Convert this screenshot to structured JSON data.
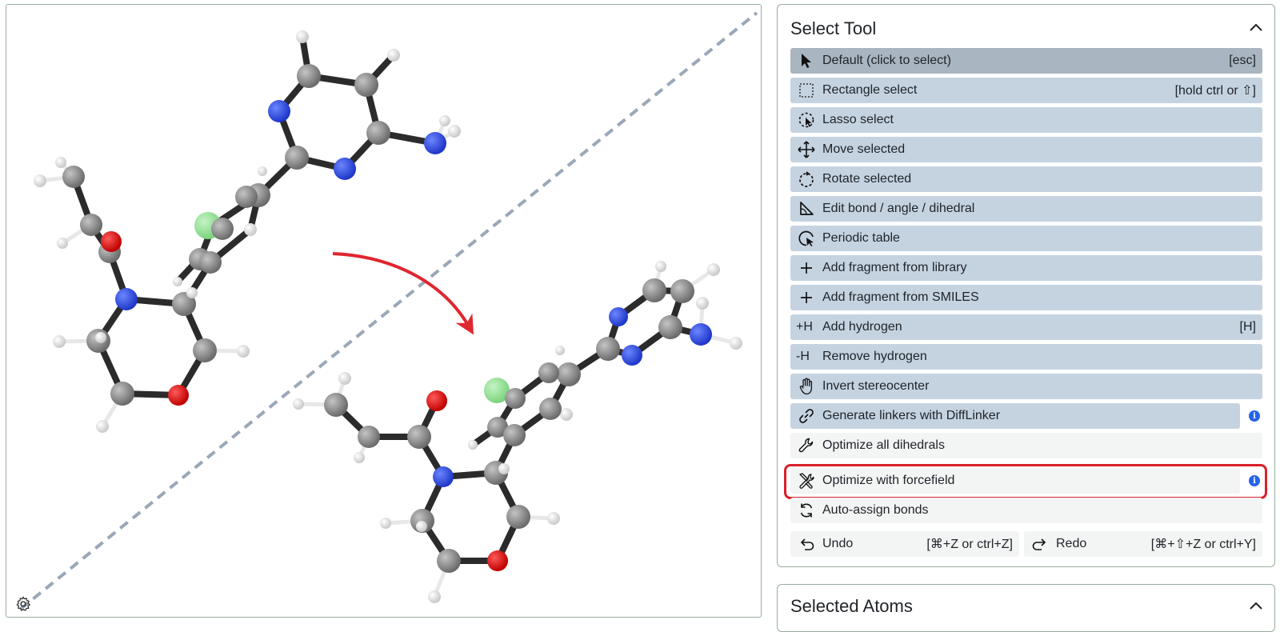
{
  "select_tool": {
    "title": "Select Tool",
    "tools": [
      {
        "label": "Default (click to select)",
        "shortcut": "[esc]"
      },
      {
        "label": "Rectangle select",
        "shortcut": "[hold ctrl or ⇧]"
      },
      {
        "label": "Lasso select",
        "shortcut": ""
      },
      {
        "label": "Move selected",
        "shortcut": ""
      },
      {
        "label": "Rotate selected",
        "shortcut": ""
      },
      {
        "label": "Edit bond / angle / dihedral",
        "shortcut": ""
      },
      {
        "label": "Periodic table",
        "shortcut": ""
      },
      {
        "label": "Add fragment from library",
        "shortcut": ""
      },
      {
        "label": "Add fragment from SMILES",
        "shortcut": ""
      },
      {
        "label": "Add hydrogen",
        "shortcut": "[H]",
        "prefix": "+H"
      },
      {
        "label": "Remove hydrogen",
        "shortcut": "",
        "prefix": "-H"
      },
      {
        "label": "Invert stereocenter",
        "shortcut": ""
      },
      {
        "label": "Generate linkers with DiffLinker",
        "shortcut": ""
      },
      {
        "label": "Optimize all dihedrals",
        "shortcut": ""
      },
      {
        "label": "Optimize with forcefield",
        "shortcut": ""
      },
      {
        "label": "Auto-assign bonds",
        "shortcut": ""
      }
    ],
    "undo": {
      "label": "Undo",
      "shortcut": "[⌘+Z or ctrl+Z]"
    },
    "redo": {
      "label": "Redo",
      "shortcut": "[⌘+⇧+Z or ctrl+Y]"
    }
  },
  "selected_atoms": {
    "title": "Selected Atoms"
  },
  "colors": {
    "carbon": "#8a8a8a",
    "nitrogen": "#3050f8",
    "oxygen": "#e01010",
    "hydrogen": "#f0f0f0",
    "chlorine": "#8fe08f",
    "bond": "#2b2b2b",
    "arrow": "#e0262f",
    "tool_bg": "#c5d3e1",
    "tool_active_bg": "#a9b5c0",
    "highlight": "#d9202a",
    "info_icon": "#2563eb"
  }
}
